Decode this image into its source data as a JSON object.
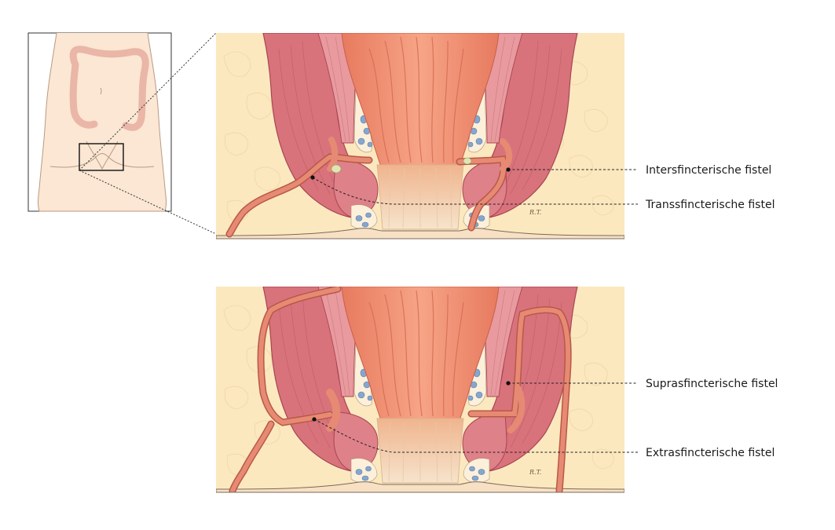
{
  "labels": {
    "intersphincteric": "Intersfincterische fistel",
    "transsphincteric": "Transsfincterische fistel",
    "suprasphincteric": "Suprasfincterische fistel",
    "extrasphincteric": "Extrasfincterische fistel"
  },
  "artist_mark": "R.T.",
  "colors": {
    "fat": "#fbe8bf",
    "muscle": "#d8737c",
    "muscle_dark": "#a94552",
    "mucosa": "#ee8b70",
    "mucosa_light": "#f7b495",
    "anal_canal": "#f3dcc2",
    "vessel": "#86a6cf",
    "fistula": "#e78a73",
    "fistula_edge": "#b85848",
    "line": "#222222"
  }
}
